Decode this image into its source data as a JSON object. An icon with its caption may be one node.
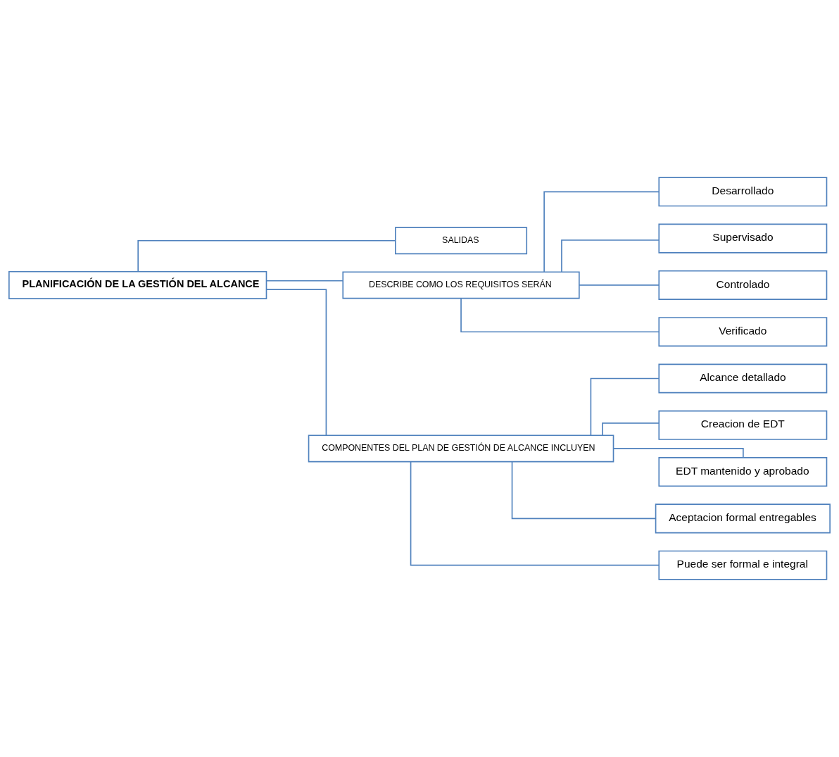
{
  "diagram": {
    "nodes": [
      {
        "text": [
          "PLANIFICACIÓN DE LA GESTIÓN DEL ALCANCE"
        ]
      },
      {
        "text": [
          "SALIDAS"
        ]
      },
      {
        "text": [
          "DESCRIBE COMO LOS REQUISITOS SERÁN"
        ]
      },
      {
        "text": [
          "COMPONENTES DEL PLAN DE GESTIÓN DE ALCANCE INCLUYEN"
        ]
      },
      {
        "text": [
          "Desarrollado"
        ]
      },
      {
        "text": [
          "Supervisado"
        ]
      },
      {
        "text": [
          "Controlado"
        ]
      },
      {
        "text": [
          "Verificado"
        ]
      },
      {
        "text": [
          "Alcance detallado"
        ]
      },
      {
        "text": [
          "Creacion de EDT"
        ]
      },
      {
        "text": [
          "EDT mantenido y aprobado"
        ]
      },
      {
        "text": [
          "Aceptacion formal entregables"
        ]
      },
      {
        "text": [
          "Puede ser formal e integral"
        ]
      }
    ],
    "edges": [
      {
        "from": 0,
        "to": 1,
        "arrow": "none"
      },
      {
        "from": 0,
        "to": 2,
        "arrow": "none"
      },
      {
        "from": 0,
        "to": 3,
        "arrow": "none"
      },
      {
        "from": 2,
        "to": 4,
        "arrow": "none"
      },
      {
        "from": 2,
        "to": 5,
        "arrow": "none"
      },
      {
        "from": 2,
        "to": 6,
        "arrow": "none"
      },
      {
        "from": 2,
        "to": 7,
        "arrow": "none"
      },
      {
        "from": 3,
        "to": 8,
        "arrow": "none"
      },
      {
        "from": 3,
        "to": 9,
        "arrow": "none"
      },
      {
        "from": 3,
        "to": 10,
        "arrow": "none"
      },
      {
        "from": 3,
        "to": 11,
        "arrow": "none"
      },
      {
        "from": 3,
        "to": 12,
        "arrow": "none"
      }
    ]
  }
}
